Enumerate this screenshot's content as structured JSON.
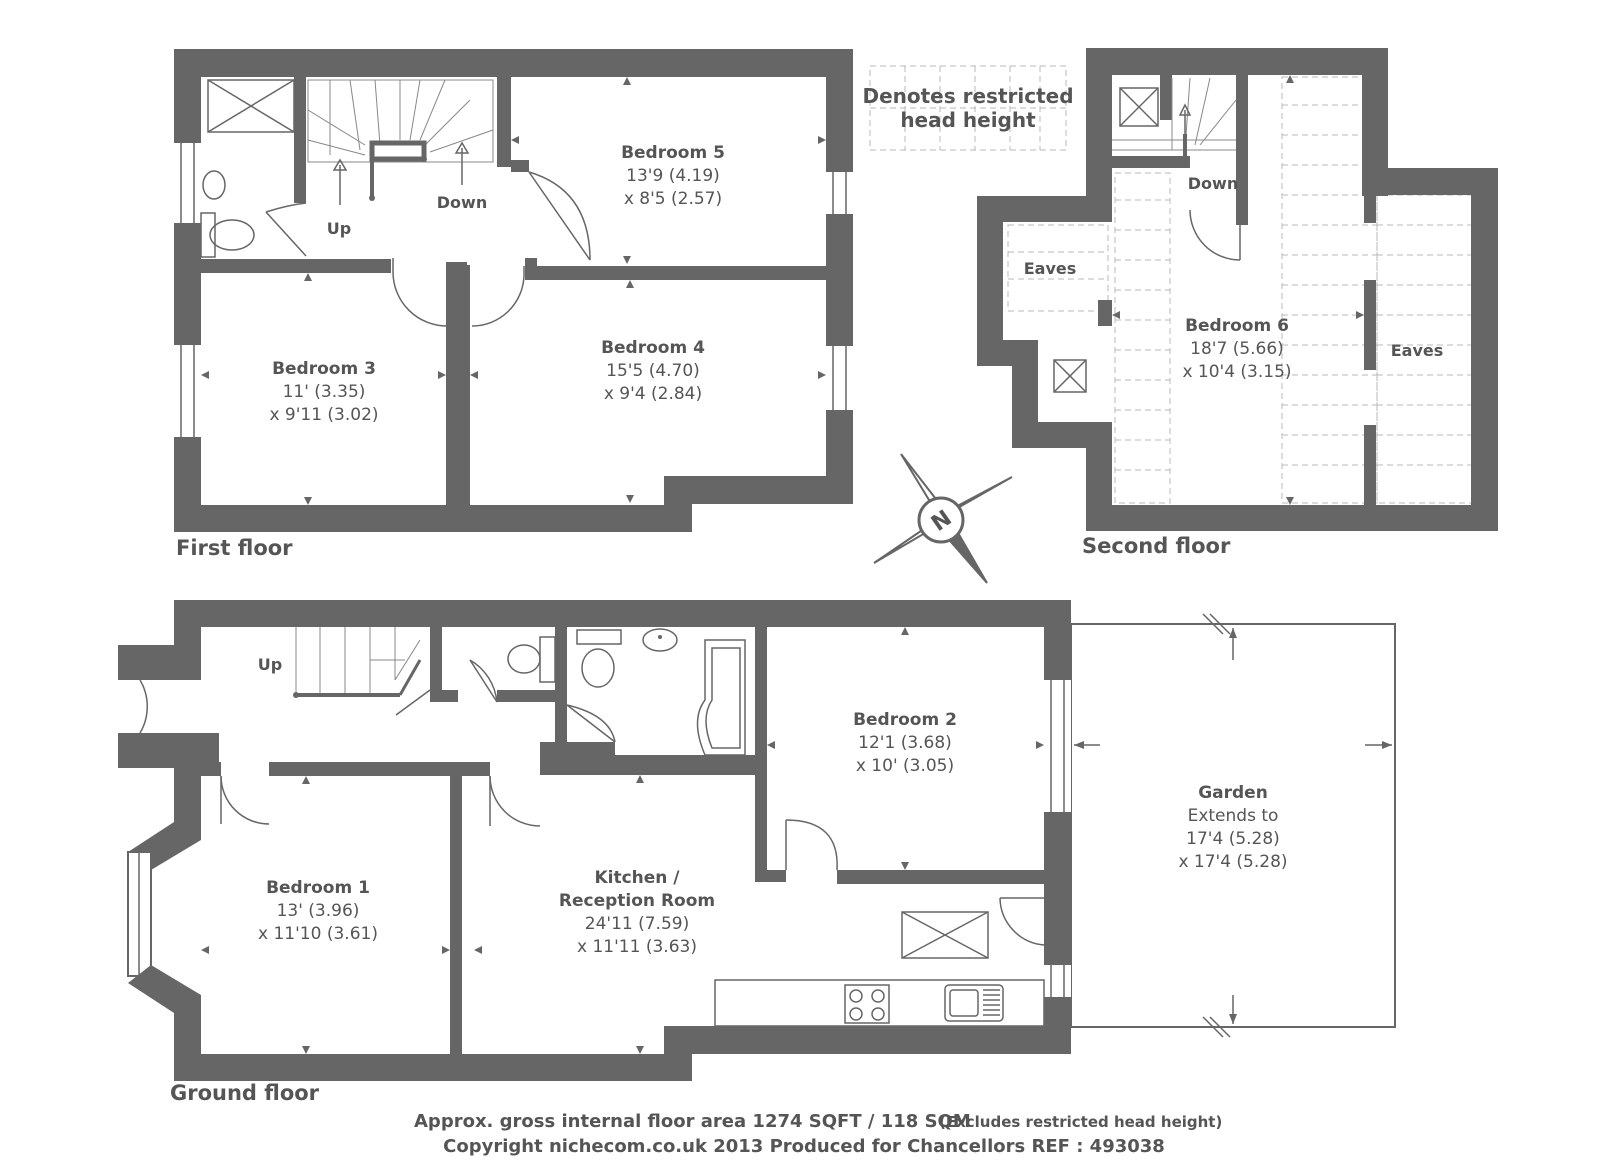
{
  "legend": {
    "line1": "Denotes restricted",
    "line2": "head height"
  },
  "floors": {
    "first": "First floor",
    "second": "Second floor",
    "ground": "Ground floor"
  },
  "rooms": {
    "bedroom5": {
      "name": "Bedroom 5",
      "dim1": "13'9 (4.19)",
      "dim2": "x 8'5 (2.57)"
    },
    "bedroom3": {
      "name": "Bedroom 3",
      "dim1": "11' (3.35)",
      "dim2": "x 9'11 (3.02)"
    },
    "bedroom4": {
      "name": "Bedroom 4",
      "dim1": "15'5 (4.70)",
      "dim2": "x 9'4 (2.84)"
    },
    "bedroom6": {
      "name": "Bedroom 6",
      "dim1": "18'7 (5.66)",
      "dim2": "x  10'4 (3.15)"
    },
    "bedroom2": {
      "name": "Bedroom 2",
      "dim1": "12'1 (3.68)",
      "dim2": "x 10' (3.05)"
    },
    "bedroom1": {
      "name": "Bedroom 1",
      "dim1": "13' (3.96)",
      "dim2": "x 11'10 (3.61)"
    },
    "kitchen": {
      "name1": "Kitchen /",
      "name2": "Reception Room",
      "dim1": "24'11 (7.59)",
      "dim2": "x 11'11 (3.63)"
    },
    "garden": {
      "name": "Garden",
      "line2": "Extends to",
      "dim1": "17'4 (5.28)",
      "dim2": "x 17'4 (5.28)"
    }
  },
  "labels": {
    "up_first": "Up",
    "down_first": "Down",
    "down_second": "Down",
    "eaves_left": "Eaves",
    "eaves_right": "Eaves",
    "up_ground": "Up",
    "compass": "N"
  },
  "footer": {
    "line1_main": "Approx. gross internal floor area 1274 SQFT / 118 SQM",
    "line1_note": "(Excludes restricted head height)",
    "line2": "Copyright nichecom.co.uk 2013 Produced for Chancellors REF : 493038"
  },
  "colors": {
    "wall": "#666666",
    "text": "#555555",
    "restricted_hatch": "#b8b8b8"
  }
}
